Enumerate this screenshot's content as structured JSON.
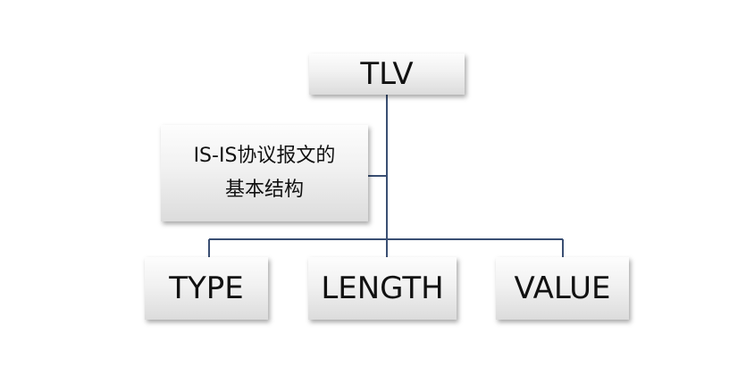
{
  "diagram": {
    "root": {
      "label": "TLV"
    },
    "note": {
      "lines": [
        "IS-IS协议报文的",
        "基本结构"
      ]
    },
    "children": [
      {
        "label": "TYPE"
      },
      {
        "label": "LENGTH"
      },
      {
        "label": "VALUE"
      }
    ],
    "colors": {
      "connector": "#3a4f73",
      "box_top": "#fdfdfd",
      "box_bottom": "#dcdcdc",
      "text": "#111111"
    }
  }
}
